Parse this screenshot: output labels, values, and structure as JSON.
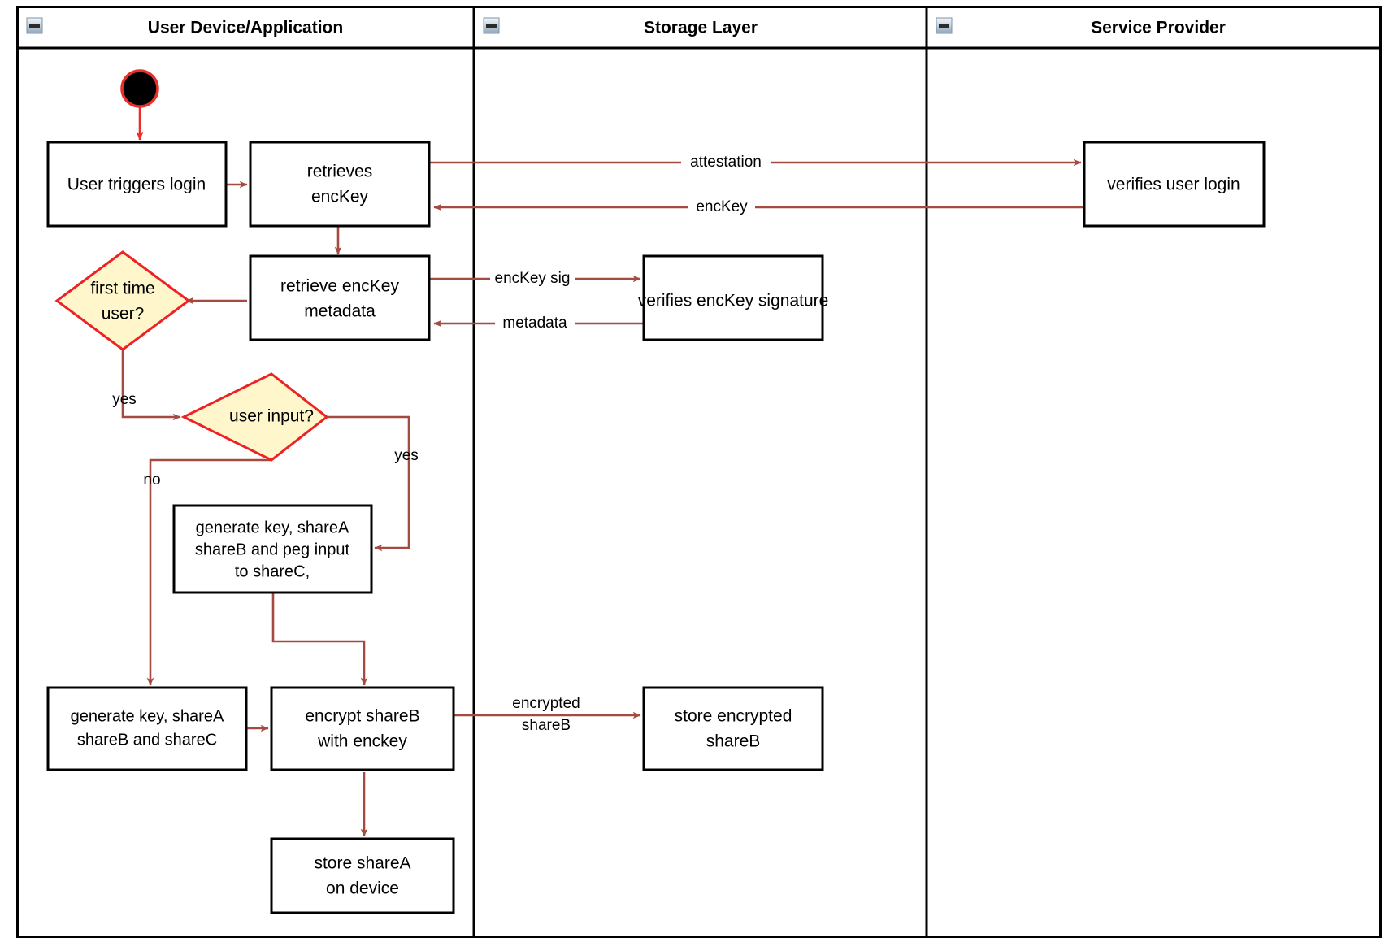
{
  "diagram": {
    "type": "uml-activity-swimlane",
    "title": "",
    "colors": {
      "flow_arrow": "#a54a41",
      "start_node_border": "#e8302a",
      "start_node_fill": "#000000",
      "decision_fill": "#fff6cc",
      "decision_border": "#ee2222",
      "node_border": "#000000",
      "node_fill": "#ffffff",
      "frame": "#000000"
    }
  },
  "lanes": [
    {
      "id": "user-device",
      "title": "User Device/Application",
      "collapse_icon": "collapse-icon"
    },
    {
      "id": "storage-layer",
      "title": "Storage Layer",
      "collapse_icon": "collapse-icon"
    },
    {
      "id": "service-provider",
      "title": "Service Provider",
      "collapse_icon": "collapse-icon"
    }
  ],
  "nodes": {
    "start": {
      "kind": "initial-node",
      "label": ""
    },
    "user_triggers_login": {
      "kind": "action",
      "label": "User triggers login",
      "lane": "user-device"
    },
    "retrieves_enckey": {
      "kind": "action",
      "line1": "retrieves",
      "line2": "encKey",
      "lane": "user-device"
    },
    "retrieve_enckey_metadata": {
      "kind": "action",
      "line1": "retrieve encKey",
      "line2": "metadata",
      "lane": "user-device"
    },
    "first_time_user": {
      "kind": "decision",
      "line1": "first time",
      "line2": "user?",
      "lane": "user-device"
    },
    "user_input": {
      "kind": "decision",
      "label": "user input?",
      "lane": "user-device"
    },
    "generate_peg": {
      "kind": "action",
      "line1": "generate key, shareA",
      "line2": "shareB and peg input",
      "line3": "to shareC,",
      "lane": "user-device"
    },
    "generate_shares": {
      "kind": "action",
      "line1": "generate key, shareA",
      "line2": "shareB and shareC",
      "lane": "user-device"
    },
    "encrypt_shareb": {
      "kind": "action",
      "line1": "encrypt shareB",
      "line2": "with enckey",
      "lane": "user-device"
    },
    "store_sharea": {
      "kind": "action",
      "line1": "store shareA",
      "line2": "on device",
      "lane": "user-device"
    },
    "verifies_enckey_signature": {
      "kind": "action",
      "label": "verifies encKey signature",
      "lane": "storage-layer"
    },
    "store_encrypted_shareb": {
      "kind": "action",
      "line1": "store encrypted",
      "line2": "shareB",
      "lane": "storage-layer"
    },
    "verifies_user_login": {
      "kind": "action",
      "label": "verifies user login",
      "lane": "service-provider"
    }
  },
  "edge_labels": {
    "attestation": "attestation",
    "enckey": "encKey",
    "enckey_sig": "encKey sig",
    "metadata": "metadata",
    "first_time_yes": "yes",
    "user_input_yes": "yes",
    "user_input_no": "no",
    "encrypted_line1": "encrypted",
    "encrypted_line2": "shareB"
  }
}
